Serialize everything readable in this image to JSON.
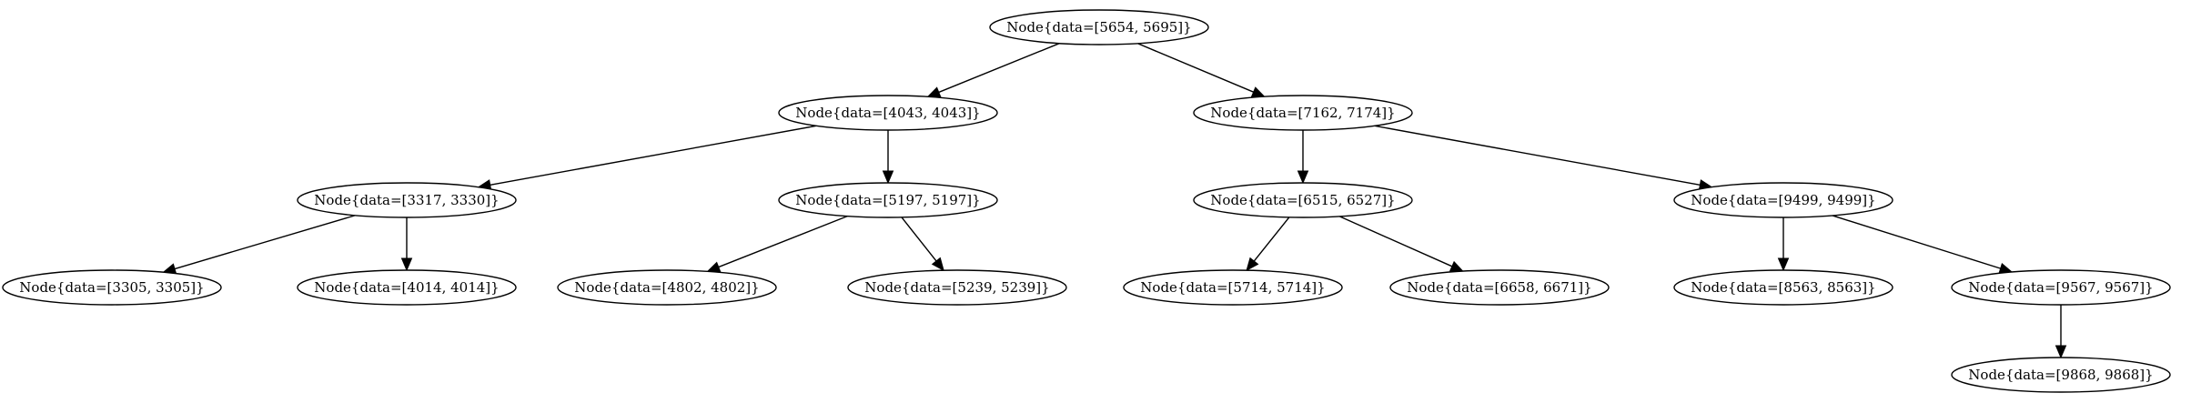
{
  "diagram": {
    "colors": {
      "stroke": "#000000",
      "fill": "#ffffff",
      "text": "#000000"
    },
    "nodes": [
      {
        "id": "n5654",
        "label": "Node{data=[5654, 5695]}"
      },
      {
        "id": "n4043",
        "label": "Node{data=[4043, 4043]}"
      },
      {
        "id": "n7162",
        "label": "Node{data=[7162, 7174]}"
      },
      {
        "id": "n3317",
        "label": "Node{data=[3317, 3330]}"
      },
      {
        "id": "n5197",
        "label": "Node{data=[5197, 5197]}"
      },
      {
        "id": "n6515",
        "label": "Node{data=[6515, 6527]}"
      },
      {
        "id": "n9499",
        "label": "Node{data=[9499, 9499]}"
      },
      {
        "id": "n3305",
        "label": "Node{data=[3305, 3305]}"
      },
      {
        "id": "n4014",
        "label": "Node{data=[4014, 4014]}"
      },
      {
        "id": "n4802",
        "label": "Node{data=[4802, 4802]}"
      },
      {
        "id": "n5239",
        "label": "Node{data=[5239, 5239]}"
      },
      {
        "id": "n5714",
        "label": "Node{data=[5714, 5714]}"
      },
      {
        "id": "n6658",
        "label": "Node{data=[6658, 6671]}"
      },
      {
        "id": "n8563",
        "label": "Node{data=[8563, 8563]}"
      },
      {
        "id": "n9567",
        "label": "Node{data=[9567, 9567]}"
      },
      {
        "id": "n9868",
        "label": "Node{data=[9868, 9868]}"
      }
    ],
    "edges": [
      {
        "from": "n5654",
        "to": "n4043"
      },
      {
        "from": "n5654",
        "to": "n7162"
      },
      {
        "from": "n4043",
        "to": "n3317"
      },
      {
        "from": "n4043",
        "to": "n5197"
      },
      {
        "from": "n7162",
        "to": "n6515"
      },
      {
        "from": "n7162",
        "to": "n9499"
      },
      {
        "from": "n3317",
        "to": "n3305"
      },
      {
        "from": "n3317",
        "to": "n4014"
      },
      {
        "from": "n5197",
        "to": "n4802"
      },
      {
        "from": "n5197",
        "to": "n5239"
      },
      {
        "from": "n6515",
        "to": "n5714"
      },
      {
        "from": "n6515",
        "to": "n6658"
      },
      {
        "from": "n9499",
        "to": "n8563"
      },
      {
        "from": "n9499",
        "to": "n9567"
      },
      {
        "from": "n9567",
        "to": "n9868"
      }
    ]
  }
}
